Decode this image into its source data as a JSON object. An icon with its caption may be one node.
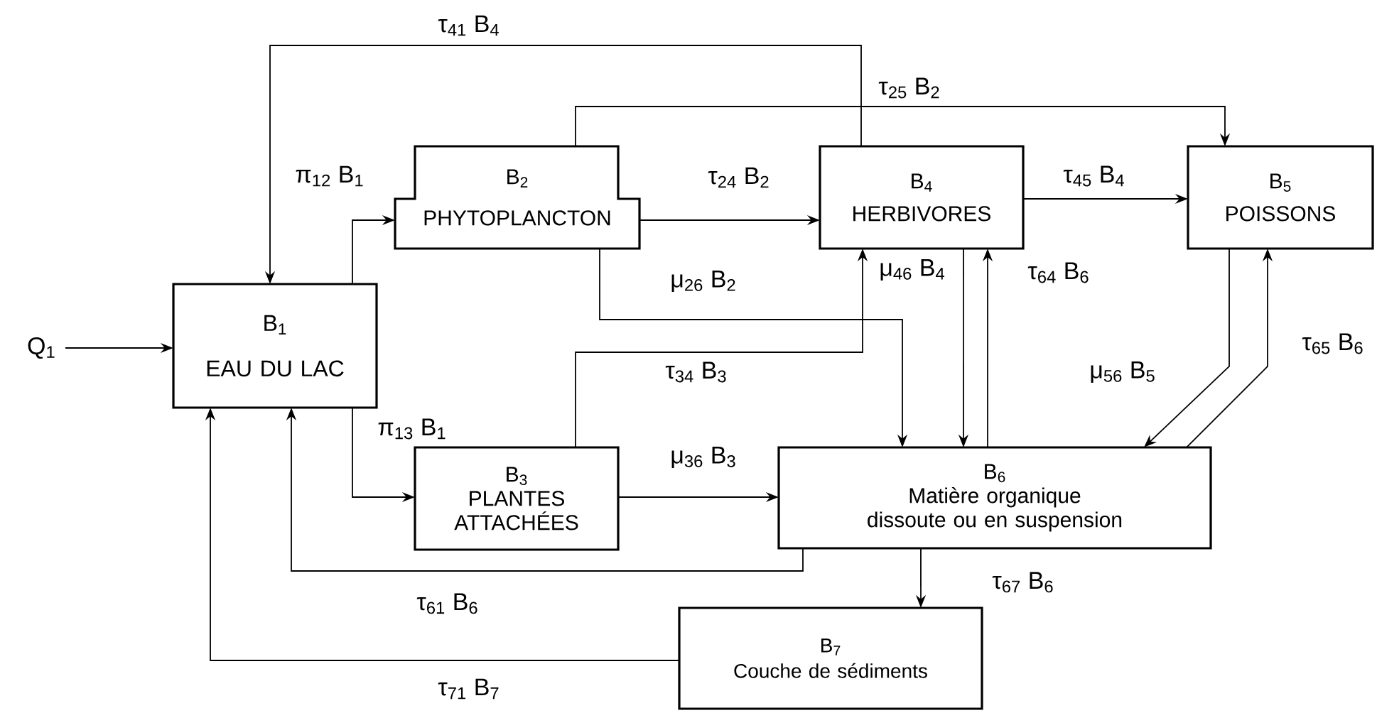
{
  "diagram": {
    "nodes": [
      {
        "text": [
          "Q$_{1}$"
        ]
      },
      {
        "text": [
          "B$_{1}$",
          "EAU DU LAC"
        ]
      },
      {
        "text": [
          "B$_{2}$",
          "PHYTOPLANCTON"
        ]
      },
      {
        "text": [
          "B$_{3}$",
          "PLANTES ATTACHÉES"
        ]
      },
      {
        "text": [
          "B$_{4}$",
          "HERBIVORES"
        ]
      },
      {
        "text": [
          "B$_{5}$",
          "POISSONS"
        ]
      },
      {
        "text": [
          "B$_{6}$",
          "Matière organique dissoute ou en suspension"
        ]
      },
      {
        "text": [
          "B$_{7}$",
          "Couche de sédiments"
        ]
      }
    ],
    "edges": [
      {
        "from": 0,
        "to": 1,
        "arrow": "to"
      },
      {
        "from": 4,
        "to": 1,
        "arrow": "to",
        "label": "τ$_{41}$ B$_{4}$"
      },
      {
        "from": 1,
        "to": 2,
        "arrow": "to",
        "label": "π$_{12}$ B$_{1}$"
      },
      {
        "from": 2,
        "to": 5,
        "arrow": "to",
        "label": "τ$_{25}$ B$_{2}$"
      },
      {
        "from": 2,
        "to": 4,
        "arrow": "to",
        "label": "τ$_{24}$ B$_{2}$"
      },
      {
        "from": 2,
        "to": 6,
        "arrow": "to",
        "label": "μ$_{26}$ B$_{2}$"
      },
      {
        "from": 1,
        "to": 3,
        "arrow": "to",
        "label": "π$_{13}$ B$_{1}$"
      },
      {
        "from": 3,
        "to": 4,
        "arrow": "to",
        "label": "τ$_{34}$ B$_{3}$"
      },
      {
        "from": 4,
        "to": 6,
        "arrow": "to",
        "label": "μ$_{46}$ B$_{4}$"
      },
      {
        "from": 6,
        "to": 4,
        "arrow": "to",
        "label": "τ$_{64}$ B$_{6}$"
      },
      {
        "from": 3,
        "to": 6,
        "arrow": "to",
        "label": "μ$_{36}$ B$_{3}$"
      },
      {
        "from": 4,
        "to": 5,
        "arrow": "to",
        "label": "τ$_{45}$ B$_{4}$"
      },
      {
        "from": 5,
        "to": 6,
        "arrow": "to",
        "label": "μ$_{56}$ B$_{5}$"
      },
      {
        "from": 6,
        "to": 5,
        "arrow": "to",
        "label": "τ$_{65}$ B$_{6}$"
      },
      {
        "from": 6,
        "to": 1,
        "arrow": "to",
        "label": "τ$_{61}$ B$_{6}$"
      },
      {
        "from": 6,
        "to": 7,
        "arrow": "to",
        "label": "τ$_{67}$ B$_{6}$"
      },
      {
        "from": 7,
        "to": 1,
        "arrow": "to",
        "label": "τ$_{71}$ B$_{7}$"
      }
    ]
  }
}
